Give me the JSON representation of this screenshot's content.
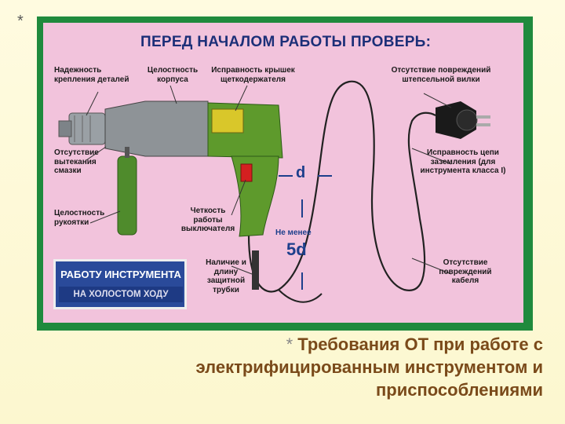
{
  "slide_marker": "*",
  "poster": {
    "title": "ПЕРЕД НАЧАЛОМ РАБОТЫ ПРОВЕРЬ:",
    "labels": {
      "reliability": "Надежность крепления деталей",
      "body": "Целостность корпуса",
      "brush_holder": "Исправность крышек щеткодержателя",
      "plug": "Отсутствие повреждений штепсельной вилки",
      "grease": "Отсутствие вытекания смазки",
      "ground": "Исправность цепи заземления (для инструмента класса I)",
      "handle": "Целостность рукоятки",
      "switch": "Четкость работы выключателя",
      "tube": "Наличие и длину защитной трубки",
      "cable": "Отсутствие повреждений кабеля"
    },
    "dimension_d": "d",
    "min_label": "Не менее",
    "dimension_5d": "5d",
    "panel_line1": "РАБОТУ ИНСТРУМЕНТА",
    "panel_line2": "НА ХОЛОСТОМ ХОДУ"
  },
  "caption": {
    "star": "*",
    "text": "Требования ОТ  при работе с электрифицированным инструментом и приспособлениями"
  },
  "colors": {
    "frame": "#1f8a3d",
    "poster_bg": "#f2c3dc",
    "title": "#1c2f78",
    "caption": "#7a4a1a",
    "drill_body": "#5e9a2c",
    "drill_metal": "#8e9397"
  },
  "icons": [
    "drill-illustration",
    "plug-icon",
    "power-cable"
  ]
}
